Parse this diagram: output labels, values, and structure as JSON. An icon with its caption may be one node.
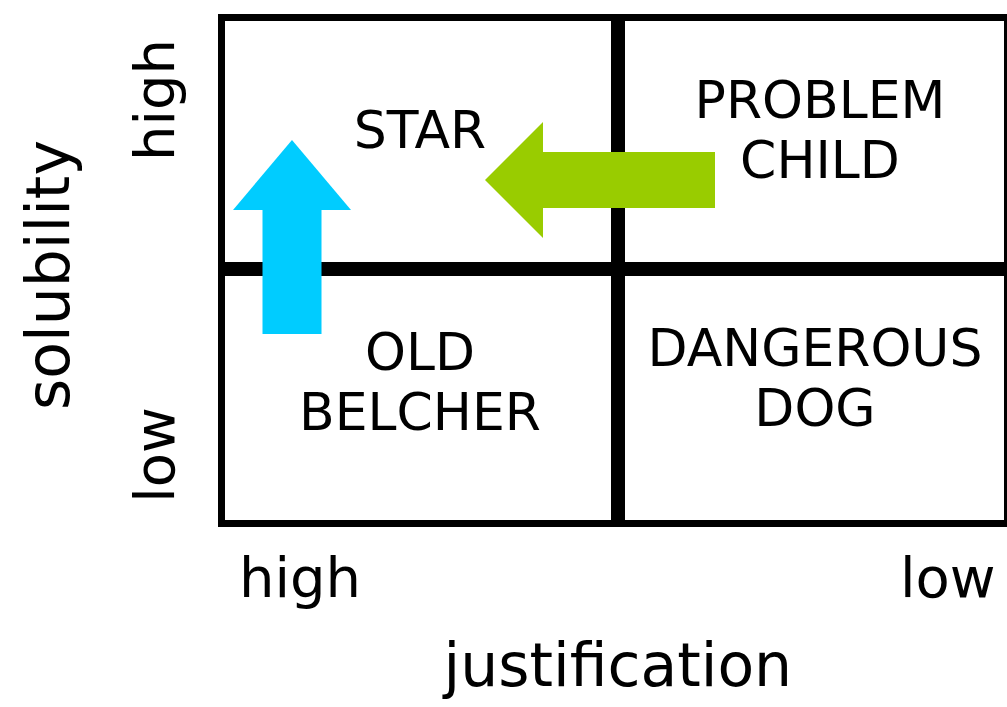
{
  "diagram": {
    "nodes": [
      {
        "text": [
          "STAR"
        ]
      },
      {
        "text": [
          "PROBLEM CHILD"
        ]
      },
      {
        "text": [
          "OLD BELCHER"
        ]
      },
      {
        "text": [
          "DANGEROUS DOG"
        ]
      }
    ],
    "edges": [
      {
        "from": 1,
        "to": 0,
        "arrow": "to",
        "color": "#99cc00"
      },
      {
        "from": 2,
        "to": 0,
        "arrow": "to",
        "color": "#00ccff"
      }
    ],
    "labels": [
      "high",
      "solubility",
      "low",
      "high",
      "low",
      "justification"
    ]
  }
}
